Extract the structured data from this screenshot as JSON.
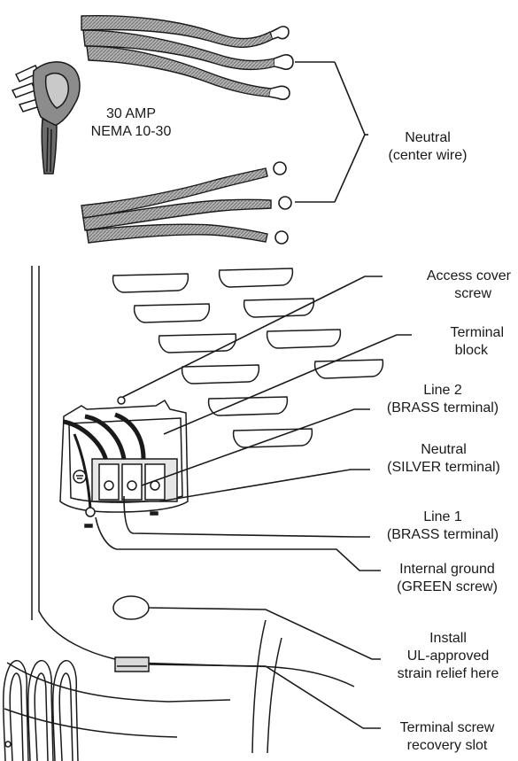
{
  "plug": {
    "line1": "30 AMP",
    "line2": "NEMA 10-30"
  },
  "neutral_callout": {
    "line1": "Neutral",
    "line2": "(center wire)"
  },
  "callouts": [
    {
      "id": "access-cover-screw",
      "line1": "Access cover",
      "line2": "screw"
    },
    {
      "id": "terminal-block",
      "line1": "Terminal",
      "line2": "block"
    },
    {
      "id": "line-2",
      "line1": "Line 2",
      "line2": "(BRASS terminal)"
    },
    {
      "id": "neutral",
      "line1": "Neutral",
      "line2": "(SILVER terminal)"
    },
    {
      "id": "line-1",
      "line1": "Line 1",
      "line2": "(BRASS terminal)"
    },
    {
      "id": "internal-ground",
      "line1": "Internal ground",
      "line2": "(GREEN screw)"
    },
    {
      "id": "strain-relief",
      "line1": "Install",
      "line2": "UL-approved",
      "line3": "strain relief here"
    },
    {
      "id": "terminal-screw-slot",
      "line1": "Terminal screw",
      "line2": "recovery slot"
    }
  ],
  "colors": {
    "stroke": "#1a1a1a",
    "wire_fill": "#9a9a9a",
    "panel_fill": "#ffffff"
  }
}
